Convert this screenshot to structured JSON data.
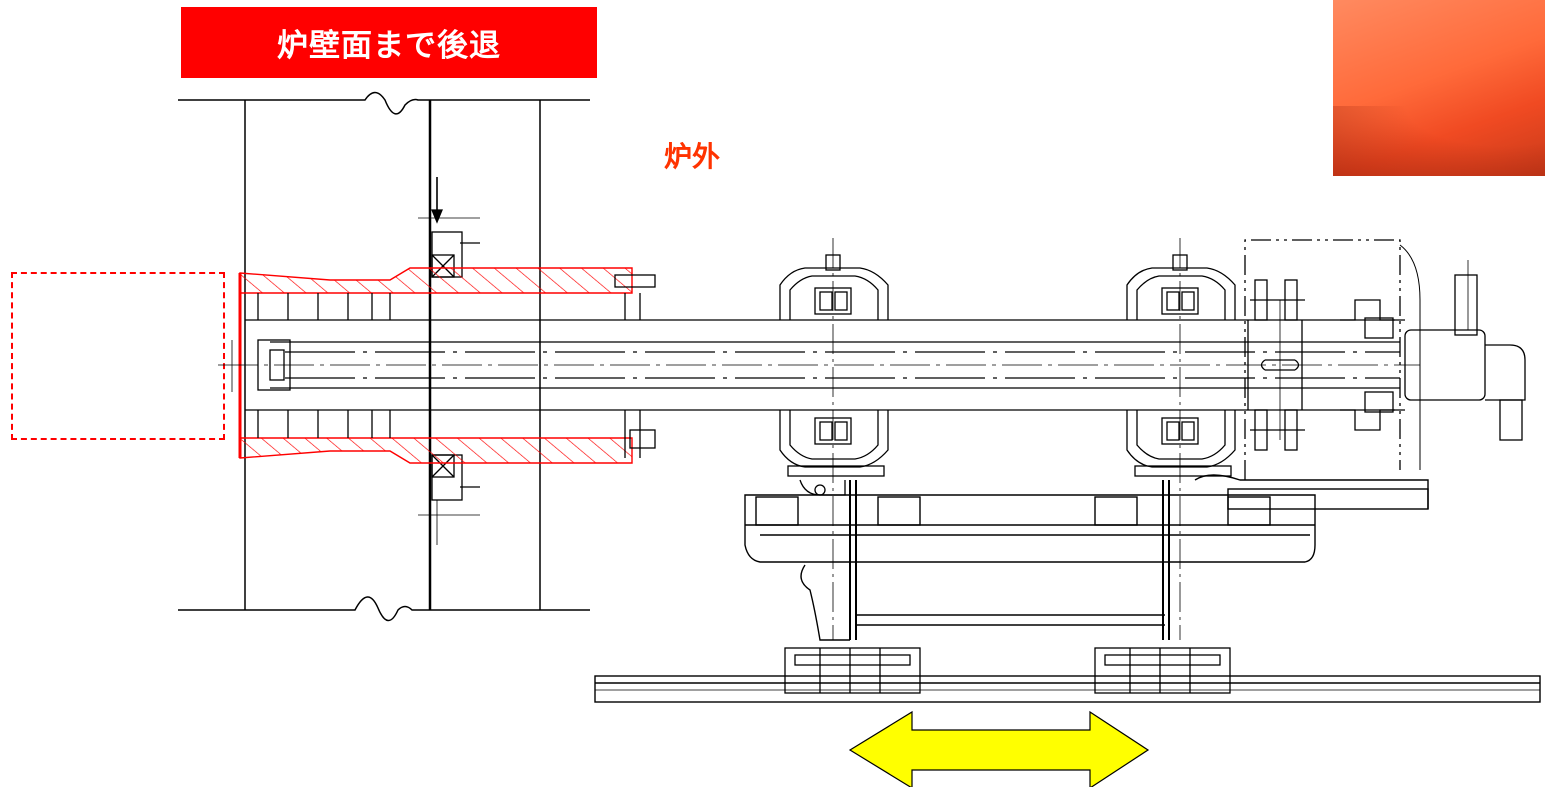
{
  "banner": {
    "text": "炉壁面まで後退",
    "bg": "#ff0000",
    "fg": "#ffffff"
  },
  "outside_label": {
    "text": "炉外",
    "color": "#ff3300"
  },
  "colors": {
    "line": "#000000",
    "highlight": "#ff0000",
    "arrow_fill": "#ffff00"
  },
  "icons": {
    "arrow": "double-headed-arrow",
    "photo": "furnace-flame-photo"
  }
}
